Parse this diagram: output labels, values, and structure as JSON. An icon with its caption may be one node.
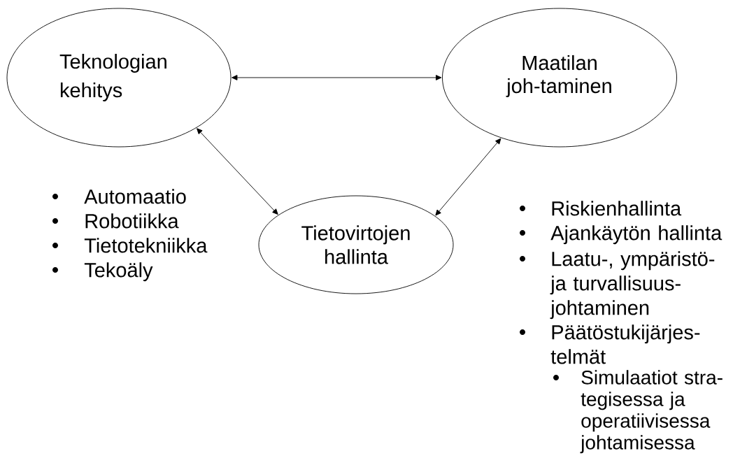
{
  "diagram": {
    "nodes": [
      {
        "text": [
          "Teknologian kehitys"
        ]
      },
      {
        "text": [
          "Maatilan joh-taminen"
        ]
      },
      {
        "text": [
          "Tietovirtojen hallinta"
        ]
      }
    ],
    "edges": [
      {
        "from": 0,
        "to": 1,
        "arrow": "both"
      },
      {
        "from": 0,
        "to": 2,
        "arrow": "both"
      },
      {
        "from": 1,
        "to": 2,
        "arrow": "both"
      }
    ],
    "labels": [
      "Automaatio",
      "Robotiikka",
      "Tietotekniikka",
      "Tekoäly",
      "Riskienhallinta",
      "Ajankäytön hallinta",
      "Laatu-, ympäristö- ja turvallisuus-johtaminen",
      "Päätöstukijärjes-telmät",
      "Simulaatiot stra-tegisessa ja operatiivisessa johtamisessa"
    ]
  }
}
